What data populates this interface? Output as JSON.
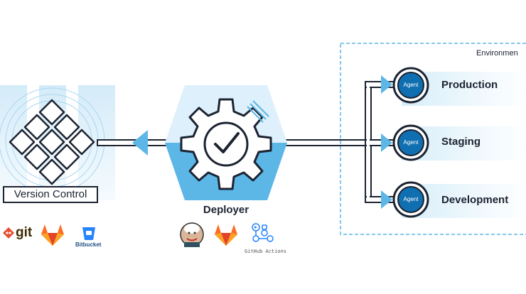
{
  "version_control": {
    "label": "Version Control",
    "logos": {
      "git": "git",
      "gitlab": "gitlab-fox-icon",
      "bitbucket": "Bitbucket"
    }
  },
  "deployer": {
    "label": "Deployer",
    "logos": {
      "jenkins": "jenkins-icon",
      "gitlab": "gitlab-fox-icon",
      "github_actions": "GitHub Actions"
    }
  },
  "environments": {
    "title": "Environmen",
    "items": [
      {
        "agent": "Agent",
        "name": "Production"
      },
      {
        "agent": "Agent",
        "name": "Staging"
      },
      {
        "agent": "Agent",
        "name": "Development"
      }
    ]
  },
  "colors": {
    "dark": "#1c2331",
    "light_blue": "#d8eefa",
    "blue": "#5cb6e6",
    "agent_blue": "#0f6fb0",
    "git_red": "#e84e31",
    "gitlab_orange": "#fc6d26",
    "bitbucket_blue": "#2684ff"
  }
}
